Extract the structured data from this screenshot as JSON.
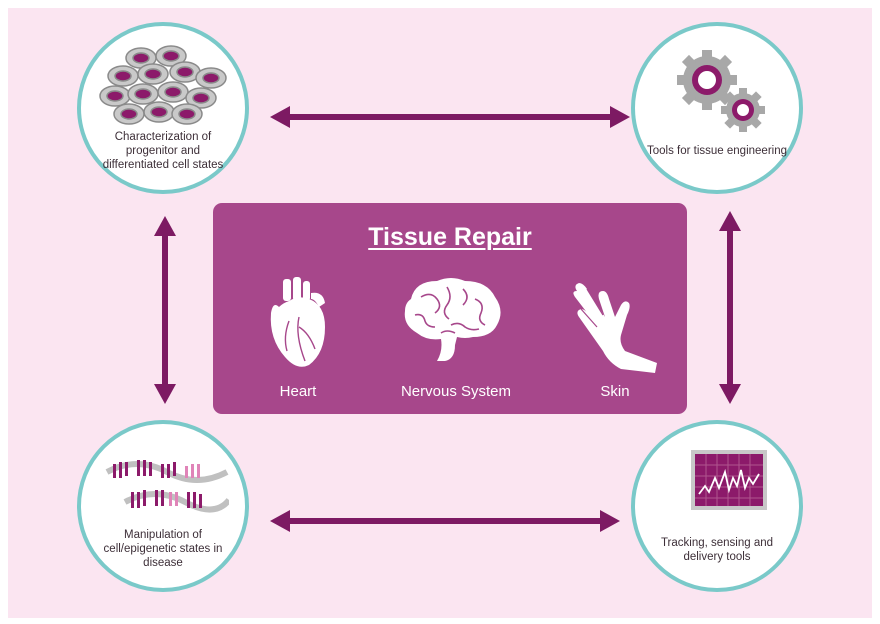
{
  "center": {
    "title": "Tissue Repair",
    "organs": [
      "Heart",
      "Nervous System",
      "Skin"
    ]
  },
  "nodes": {
    "top_left": "Characterization of progenitor and differentiated cell states",
    "top_right": "Tools for tissue engineering",
    "bottom_left": "Manipulation of cell/epigenetic states in disease",
    "bottom_right": "Tracking, sensing and delivery tools"
  },
  "colors": {
    "background": "#fbe5f1",
    "accent": "#a7478b",
    "arrow": "#7d1a63",
    "circle_border": "#7ac9c9"
  },
  "icons": [
    "cells-icon",
    "gears-icon",
    "dna-icon",
    "monitor-graph-icon",
    "heart-icon",
    "brain-icon",
    "hand-icon"
  ]
}
